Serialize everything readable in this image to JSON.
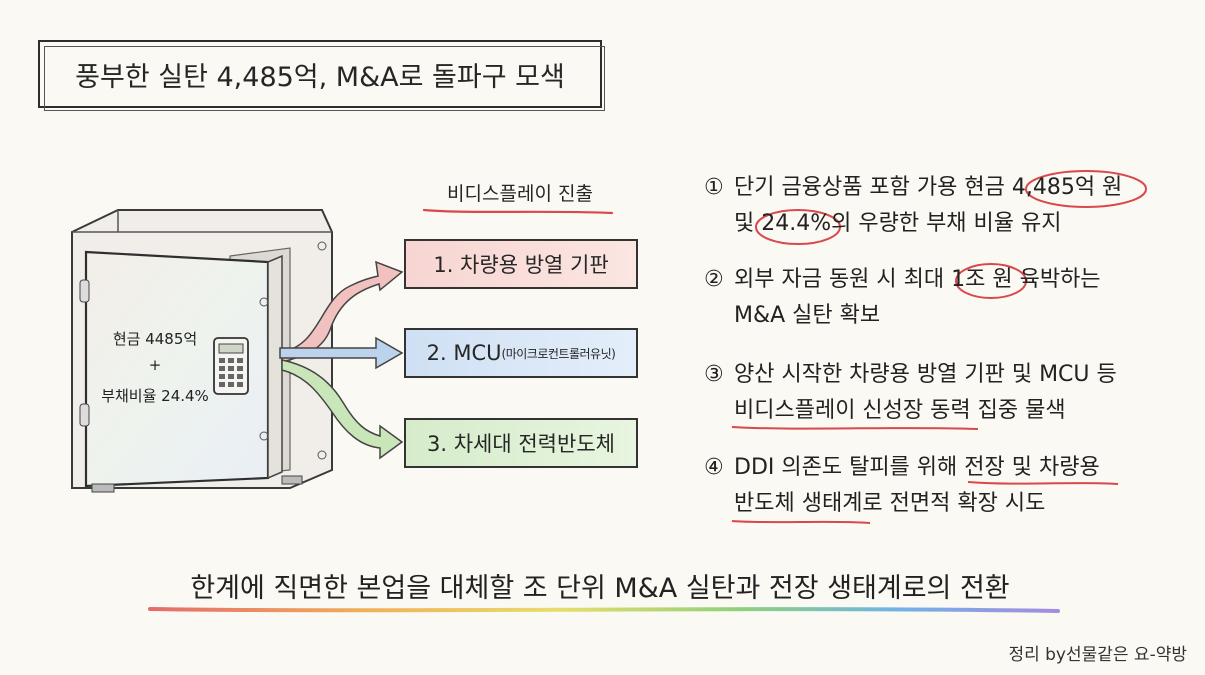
{
  "title": "풍부한 실탄 4,485억, M&A로 돌파구 모색",
  "safe": {
    "line1": "현금 4485억",
    "line2": "+",
    "line3": "부채비율 24.4%"
  },
  "branches": {
    "header": "비디스플레이 진출",
    "items": [
      {
        "label": "1. 차량용 방열 기판",
        "sub": "",
        "color": "#e8a3a3"
      },
      {
        "label": "2. MCU",
        "sub": "(마이크로컨트롤러유닛)",
        "color": "#8fb4e3"
      },
      {
        "label": "3. 차세대 전력반도체",
        "sub": "",
        "color": "#9fd18a"
      }
    ]
  },
  "points": [
    {
      "num": "①",
      "line1": "단기 금융상품 포함 가용 현금 4,485억 원",
      "line2": "및 24.4%의 우량한 부채 비율 유지"
    },
    {
      "num": "②",
      "line1": "외부 자금 동원 시 최대 1조 원 육박하는",
      "line2": "M&A 실탄 확보"
    },
    {
      "num": "③",
      "line1": "양산 시작한 차량용 방열 기판 및 MCU 등",
      "line2": "비디스플레이 신성장 동력 집중 물색"
    },
    {
      "num": "④",
      "line1": "DDI 의존도 탈피를 위해 전장 및 차량용",
      "line2": "반도체 생태계로 전면적 확장 시도"
    }
  ],
  "conclusion": "한계에 직면한 본업을 대체할 조 단위 M&A 실탄과 전장 생태계로의 전환",
  "credit": "정리 by선물같은 요-약방",
  "colors": {
    "accent_red": "#d9484a",
    "rainbow": [
      "#e66b6b",
      "#f0b35a",
      "#e8dd6b",
      "#8fd07c",
      "#6fb3e6",
      "#a58be0"
    ]
  }
}
